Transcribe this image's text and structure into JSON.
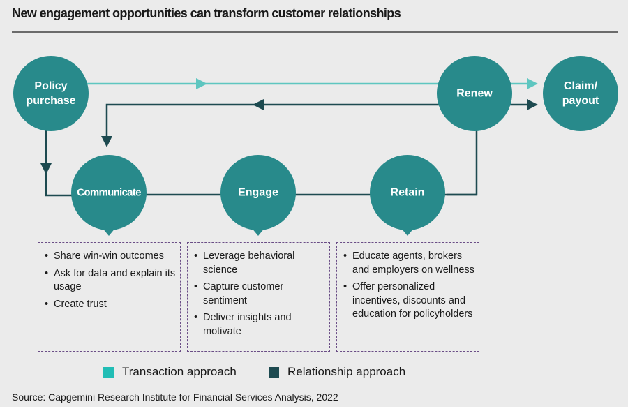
{
  "title": "New engagement opportunities can transform customer relationships",
  "colors": {
    "node": "#288a8b",
    "transaction": "#5ec6c0",
    "relationship": "#1d4a50",
    "box_border": "#6a4d86",
    "background": "#ebebeb"
  },
  "nodes": {
    "policy_purchase": "Policy\npurchase",
    "communicate": "Communicate",
    "engage": "Engage",
    "retain": "Retain",
    "renew": "Renew",
    "claim_payout": "Claim/\npayout"
  },
  "boxes": {
    "communicate": [
      "Share win-win outcomes",
      "Ask for data and explain its usage",
      "Create trust"
    ],
    "engage": [
      "Leverage behavioral science",
      "Capture customer sentiment",
      "Deliver insights and motivate"
    ],
    "retain": [
      "Educate agents, brokers and employers on wellness",
      "Offer personalized incentives, discounts and education for policyholders"
    ]
  },
  "legend": {
    "transaction": "Transaction approach",
    "relationship": "Relationship approach"
  },
  "source": "Source: Capgemini Research Institute for Financial Services Analysis, 2022"
}
